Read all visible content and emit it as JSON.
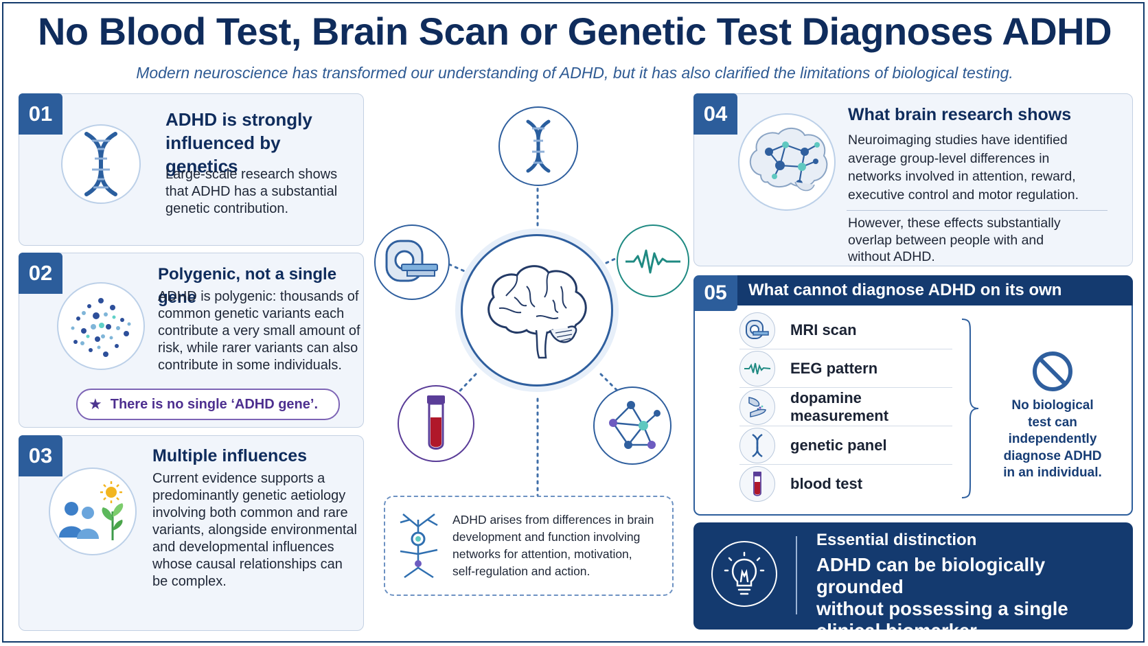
{
  "header": {
    "title": "No Blood Test, Brain Scan or Genetic Test Diagnoses ADHD",
    "subtitle": "Modern neuroscience has transformed our understanding of ADHD, but it has also clarified the limitations of biological testing."
  },
  "card1": {
    "number": "01",
    "title_line1": "ADHD is strongly",
    "title_line2": "influenced by genetics",
    "body_lines": [
      "Large-scale research shows",
      "that ADHD has a substantial",
      "genetic contribution."
    ]
  },
  "card2": {
    "number": "02",
    "title": "Polygenic, not a single gene",
    "body_lines": [
      "ADHD is polygenic: thousands of",
      "common genetic variants each",
      "contribute a very small amount of",
      "risk, while rarer variants can also",
      "contribute in some individuals."
    ],
    "callout": "There is no single ‘ADHD gene’."
  },
  "card3": {
    "number": "03",
    "title": "Multiple influences",
    "body_lines": [
      "Current evidence supports a",
      "predominantly genetic aetiology",
      "involving both common and rare",
      "variants, alongside environmental",
      "and developmental influences",
      "whose causal relationships can",
      "be complex."
    ]
  },
  "card4": {
    "number": "04",
    "title": "What brain research shows",
    "body_lines": [
      "Neuroimaging studies have identified",
      "average group-level differences in",
      "networks involved in attention, reward,",
      "executive control and motor regulation."
    ],
    "body2_lines": [
      "However, these effects substantially",
      "overlap between people with and",
      "without ADHD."
    ]
  },
  "card5": {
    "number": "05",
    "title": "What cannot diagnose ADHD on its own",
    "items": [
      {
        "label": "MRI scan",
        "icon": "mri-scanner-icon"
      },
      {
        "label": "EEG pattern",
        "icon": "eeg-wave-icon"
      },
      {
        "label": "dopamine measurement",
        "icon": "synapse-icon"
      },
      {
        "label": "genetic panel",
        "icon": "dna-icon"
      },
      {
        "label": "blood test",
        "icon": "blood-tube-icon"
      }
    ],
    "conclusion_lines": [
      "No biological",
      "test can",
      "independently",
      "diagnose ADHD",
      "in an individual."
    ]
  },
  "center": {
    "box_lines": [
      "ADHD arises from differences in brain",
      "development and function involving",
      "networks for attention, motivation,",
      "self-regulation and action."
    ]
  },
  "essential": {
    "label": "Essential distinction",
    "lines": [
      "ADHD can be biologically grounded",
      "without possessing a single",
      "clinical biomarker."
    ]
  },
  "colors": {
    "navy": "#0f2c5c",
    "tab_blue": "#2c5d9b",
    "dark_panel": "#143a6f",
    "teal": "#1f8a82",
    "purple": "#5a3d98",
    "blood_red": "#b0182a"
  }
}
